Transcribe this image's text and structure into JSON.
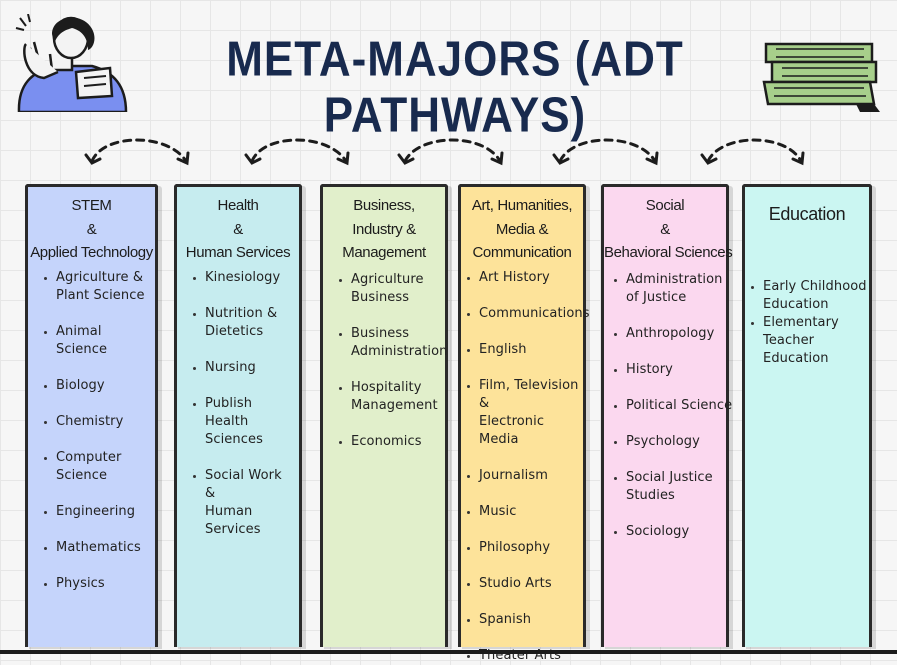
{
  "title": "META-MAJORS (ADT PATHWAYS)",
  "colors": {
    "stem": "#c5d4fb",
    "health": "#c6ecef",
    "business": "#e1efcb",
    "art": "#fde39a",
    "social": "#fbd8ef",
    "education": "#cbf6f2",
    "title": "#182a4e",
    "border": "#2a2a2a",
    "books": "#a7cf8b",
    "person": "#7a8ff0"
  },
  "icons": [
    "thinking-person-icon",
    "book-stack-icon",
    "dashed-curved-arrow-icon"
  ],
  "columns": [
    {
      "id": "stem",
      "heading": [
        "STEM",
        "&",
        "Applied Technology"
      ],
      "items": [
        "Agriculture &\nPlant Science",
        "Animal\nScience",
        "Biology",
        "Chemistry",
        "Computer\nScience",
        "Engineering",
        "Mathematics",
        "Physics"
      ]
    },
    {
      "id": "health",
      "heading": [
        "Health",
        "&",
        "Human Services"
      ],
      "items": [
        "Kinesiology",
        "Nutrition &\nDietetics",
        "Nursing",
        "Publish\nHealth\nSciences",
        "Social Work &\nHuman\nServices"
      ]
    },
    {
      "id": "business",
      "heading": [
        "Business,",
        "Industry &",
        "Management"
      ],
      "items": [
        "Agriculture\nBusiness",
        "Business\nAdministration",
        "Hospitality\nManagement",
        "Economics"
      ]
    },
    {
      "id": "art",
      "heading": [
        "Art, Humanities,",
        "Media &",
        "Communication"
      ],
      "items": [
        "Art History",
        "Communications",
        "English",
        "Film, Television &\nElectronic Media",
        "Journalism",
        "Music",
        "Philosophy",
        "Studio Arts",
        "Spanish",
        "Theater Arts"
      ]
    },
    {
      "id": "social",
      "heading": [
        "Social",
        "&",
        "Behavioral Sciences"
      ],
      "items": [
        "Administration\nof Justice",
        "Anthropology",
        "History",
        "Political Science",
        "Psychology",
        "Social Justice\nStudies",
        "Sociology"
      ]
    },
    {
      "id": "education",
      "heading": [
        "Education"
      ],
      "items": [
        "Early Childhood\nEducation",
        "Elementary\nTeacher\nEducation"
      ]
    }
  ]
}
